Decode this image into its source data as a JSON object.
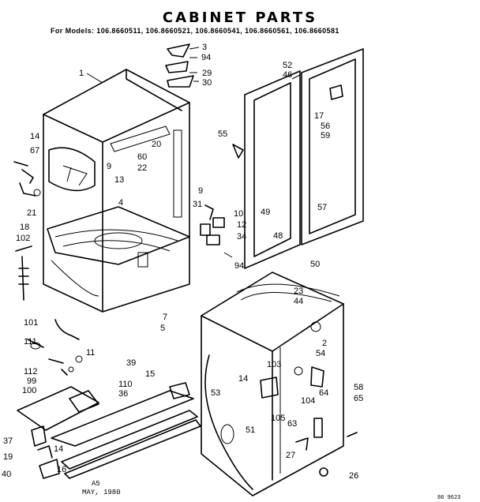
{
  "title": "CABINET PARTS",
  "models_line": "For Models: 106.8660511, 106.8660521, 106.8660541, 106.8660561, 106.8660581",
  "callouts": [
    "1",
    "3",
    "94",
    "29",
    "30",
    "14",
    "67",
    "20",
    "60",
    "22",
    "55",
    "52",
    "46",
    "17",
    "56",
    "59",
    "9",
    "13",
    "4",
    "21",
    "18",
    "9",
    "31",
    "10",
    "12",
    "34",
    "94",
    "49",
    "48",
    "57",
    "50",
    "102",
    "7",
    "5",
    "101",
    "23",
    "44",
    "111",
    "11",
    "2",
    "39",
    "54",
    "112",
    "99",
    "100",
    "15",
    "110",
    "36",
    "103",
    "14",
    "53",
    "105",
    "104",
    "64",
    "58",
    "65",
    "51",
    "63",
    "27",
    "37",
    "19",
    "14",
    "16",
    "26",
    "40"
  ],
  "footer": {
    "rev": "A5",
    "date": "MAY, 1980",
    "code": "86 9623"
  }
}
